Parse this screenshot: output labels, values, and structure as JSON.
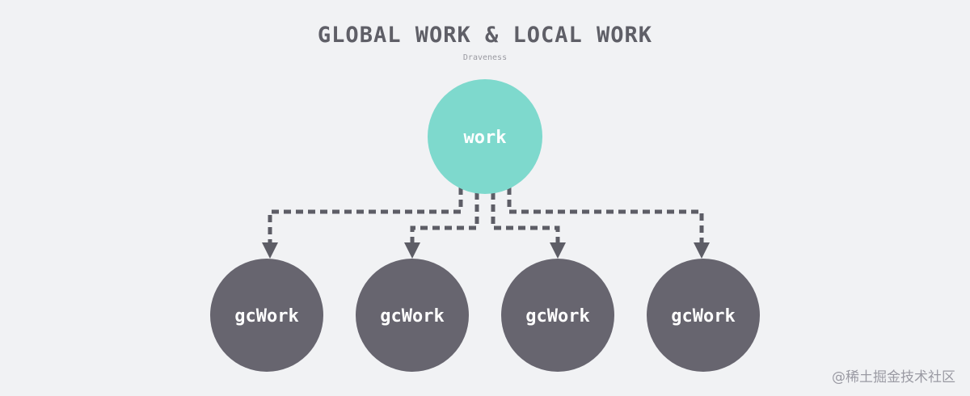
{
  "header": {
    "title": "GLOBAL WORK & LOCAL WORK",
    "author": "Draveness"
  },
  "root": {
    "label": "work",
    "color": "#7ed9cd",
    "text_color": "#ffffff"
  },
  "children": [
    {
      "label": "gcWork"
    },
    {
      "label": "gcWork"
    },
    {
      "label": "gcWork"
    },
    {
      "label": "gcWork"
    }
  ],
  "child_color": "#67656f",
  "child_text_color": "#ffffff",
  "edge_color": "#5d5d66",
  "watermark": "@稀土掘金技术社区"
}
